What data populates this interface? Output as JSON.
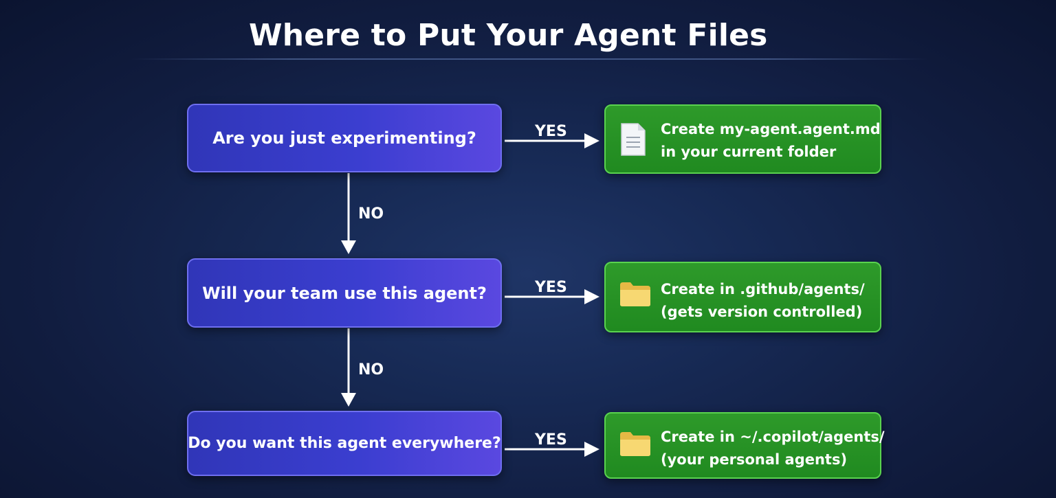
{
  "title": "Where to Put Your Agent Files",
  "steps": [
    {
      "question": "Are you just experimenting?",
      "yes_label": "YES",
      "result_icon": "document-icon",
      "result_line1": "Create my-agent.agent.md",
      "result_line2": "in your current folder"
    },
    {
      "question": "Will your team use this agent?",
      "yes_label": "YES",
      "result_icon": "folder-icon",
      "result_line1": "Create in .github/agents/",
      "result_line2": "(gets version controlled)"
    },
    {
      "question": "Do you want this agent everywhere?",
      "yes_label": "YES",
      "result_icon": "folder-icon",
      "result_line1": "Create in ~/.copilot/agents/",
      "result_line2": "(your personal agents)"
    }
  ],
  "no_labels": [
    "NO",
    "NO"
  ],
  "colors": {
    "question_box": "#3b3ed0",
    "answer_box": "#2e9a2a",
    "background": "#172a55"
  }
}
